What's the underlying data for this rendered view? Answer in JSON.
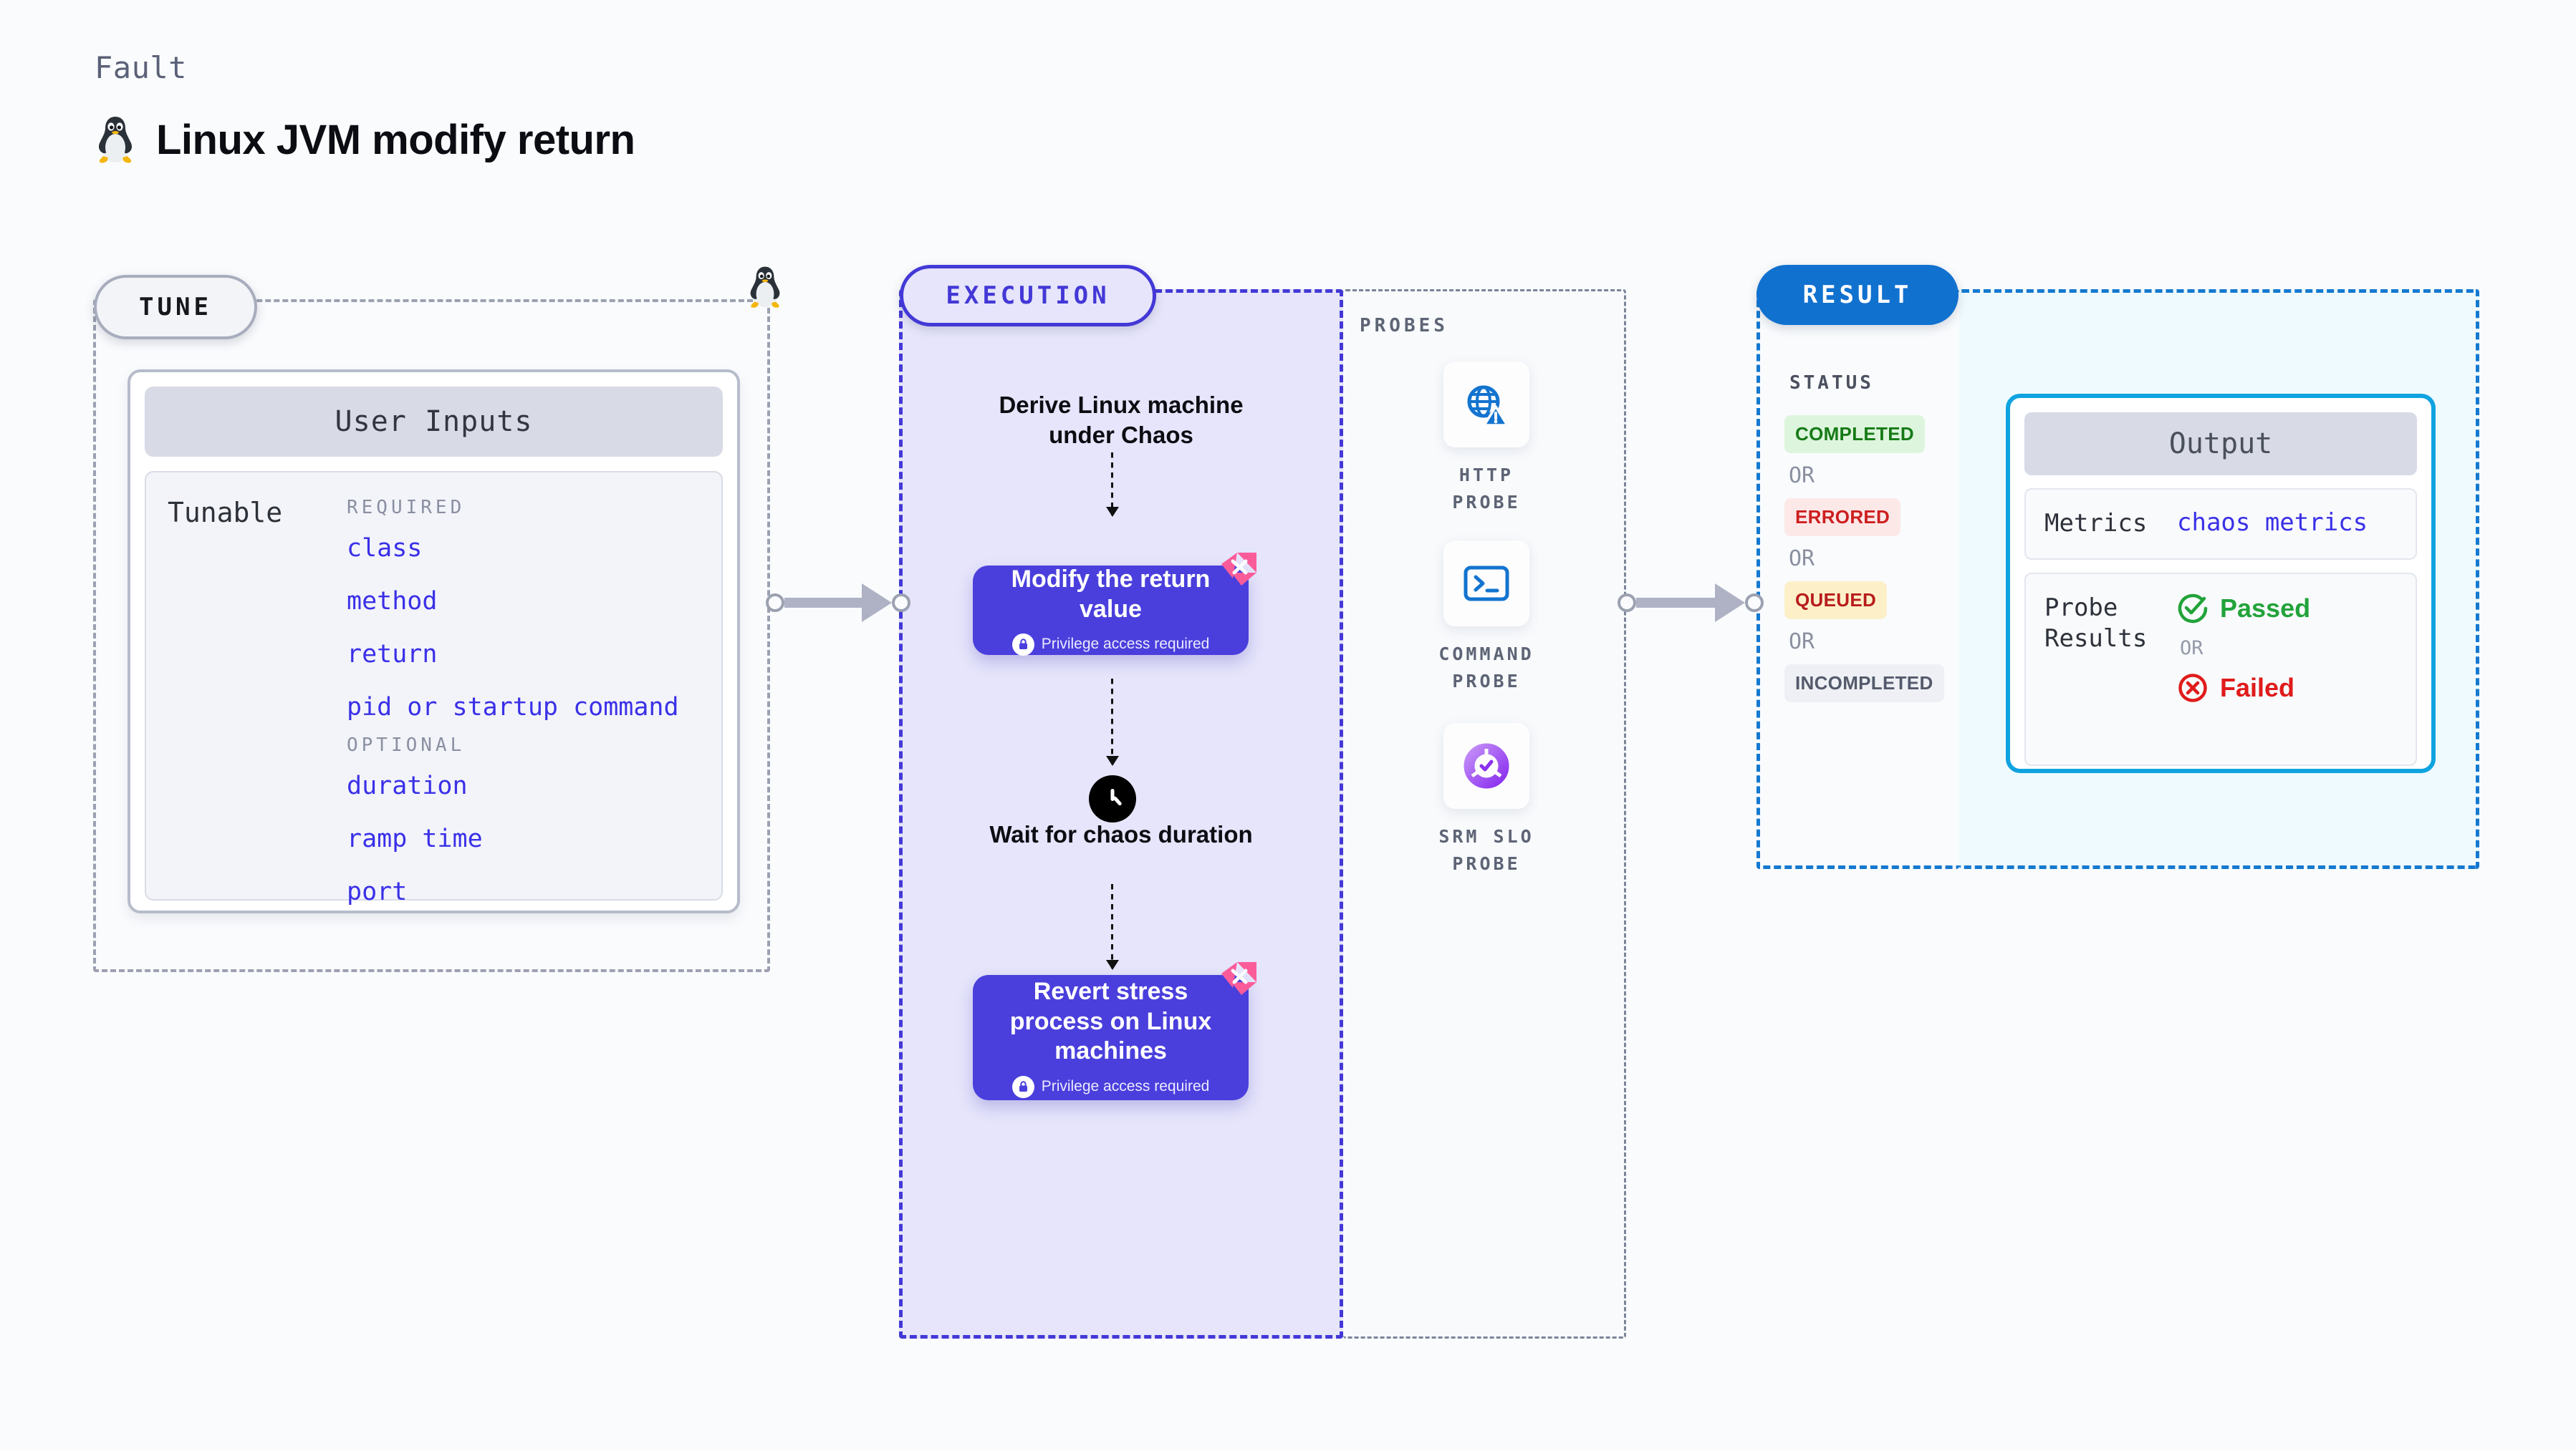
{
  "header": {
    "eyebrow": "Fault",
    "title": "Linux JVM modify return",
    "icon": "linux-penguin-icon"
  },
  "colors": {
    "background": "#fafbfd",
    "execution_accent": "#4338d6",
    "execution_fill": "#e6e5fb",
    "result_accent": "#1171cf",
    "output_fill": "#effafe",
    "output_border": "#0fa3e0",
    "tune_border": "#9ba1b0",
    "node_fill": "#4a3fdc",
    "tunable_text": "#3a30e8",
    "pinwheel": "#fa5c9a"
  },
  "stages": {
    "tune": {
      "badge": "TUNE"
    },
    "execution": {
      "badge": "EXECUTION"
    },
    "probes": {
      "title": "PROBES"
    },
    "result": {
      "badge": "RESULT"
    }
  },
  "tune": {
    "card_title": "User Inputs",
    "row_label": "Tunable",
    "groups": [
      {
        "title": "REQUIRED",
        "items": [
          "class",
          "method",
          "return",
          "pid or startup command"
        ]
      },
      {
        "title": "OPTIONAL",
        "items": [
          "duration",
          "ramp time",
          "port"
        ]
      }
    ]
  },
  "execution": {
    "steps": [
      {
        "type": "text",
        "label": "Derive Linux machine under Chaos"
      },
      {
        "type": "node",
        "label": "Modify the return value",
        "privilege": "Privilege access required",
        "badge_icon": "chaos-pinwheel-icon",
        "lock_icon": "lock-icon"
      },
      {
        "type": "wait",
        "label": "Wait for chaos duration",
        "icon": "clock-icon"
      },
      {
        "type": "node",
        "label": "Revert stress process on Linux machines",
        "privilege": "Privilege access required",
        "badge_icon": "chaos-pinwheel-icon",
        "lock_icon": "lock-icon"
      }
    ]
  },
  "probes": [
    {
      "label": "HTTP PROBE",
      "icon": "globe-warning-icon"
    },
    {
      "label": "COMMAND PROBE",
      "icon": "terminal-icon"
    },
    {
      "label": "SRM SLO PROBE",
      "icon": "slo-donut-check-icon"
    }
  ],
  "result": {
    "status_title": "STATUS",
    "or_label": "OR",
    "statuses": [
      {
        "label": "COMPLETED",
        "bg": "#ddf5dd",
        "fg": "#167a16"
      },
      {
        "label": "ERRORED",
        "bg": "#fde8e8",
        "fg": "#cc1f1f"
      },
      {
        "label": "QUEUED",
        "bg": "#fdf0c9",
        "fg": "#b81c1c"
      },
      {
        "label": "INCOMPLETED",
        "bg": "#eef0f5",
        "fg": "#545a6b"
      }
    ]
  },
  "output": {
    "card_title": "Output",
    "metrics": {
      "key": "Metrics",
      "value": "chaos metrics"
    },
    "probe_results": {
      "key": "Probe Results",
      "or_label": "OR",
      "passed": {
        "label": "Passed",
        "color": "#22a33a",
        "icon": "check-circle-icon"
      },
      "failed": {
        "label": "Failed",
        "color": "#e01b1b",
        "icon": "x-circle-icon"
      }
    }
  }
}
